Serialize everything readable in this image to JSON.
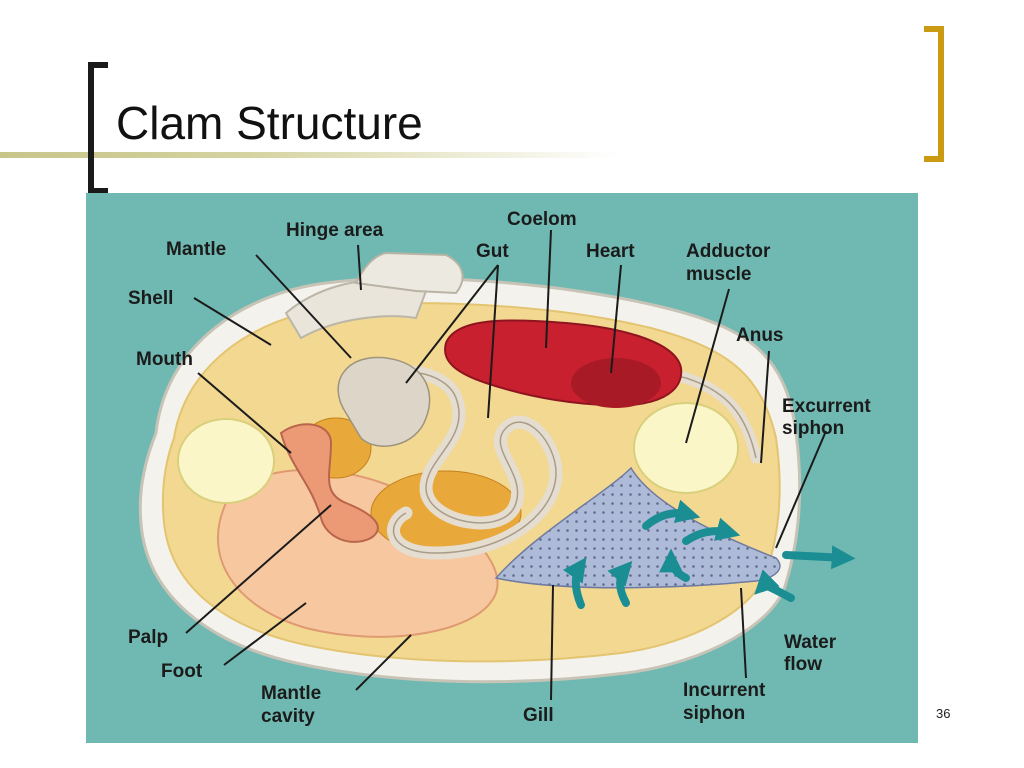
{
  "slide": {
    "title": "Clam Structure",
    "page_number": "36"
  },
  "diagram": {
    "labels": {
      "hinge_area": "Hinge area",
      "mantle": "Mantle",
      "shell": "Shell",
      "mouth": "Mouth",
      "coelom": "Coelom",
      "gut": "Gut",
      "heart": "Heart",
      "adductor_1": "Adductor",
      "adductor_2": "muscle",
      "anus": "Anus",
      "excurrent_1": "Excurrent",
      "excurrent_2": "siphon",
      "water_1": "Water",
      "water_2": "flow",
      "incurrent_1": "Incurrent",
      "incurrent_2": "siphon",
      "gill": "Gill",
      "mantle_cavity_1": "Mantle",
      "mantle_cavity_2": "cavity",
      "foot": "Foot",
      "palp": "Palp"
    }
  },
  "colors": {
    "background": "#6fb9b2",
    "bracket_left": "#1a1a1a",
    "bracket_right": "#c99a12",
    "heart": "#c8202e",
    "arrows": "#1b8e94",
    "gill": "#aab8d6"
  }
}
